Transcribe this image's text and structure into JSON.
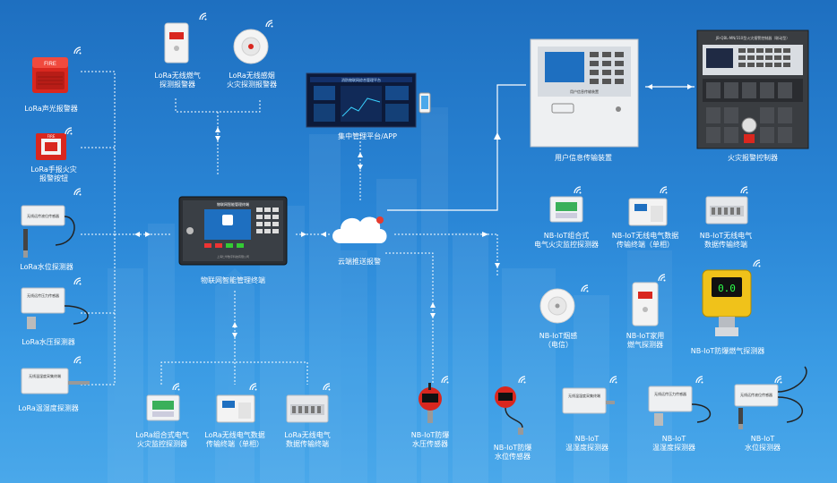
{
  "labels": {
    "lora_sound_light": "LoRa声光报警器",
    "lora_manual_alarm": "LoRa手报火灾\n报警按钮",
    "lora_water_level": "LoRa水位探测器",
    "lora_water_pressure": "LoRa水压探测器",
    "lora_temp_humidity": "LoRa温湿度探测器",
    "lora_gas": "LoRa无线燃气\n探测报警器",
    "lora_smoke": "LoRa无线感烟\n火灾探测报警器",
    "platform": "集中管理平台/APP",
    "terminal": "物联网智能管理终端",
    "cloud": "云端推送报警",
    "transmission": "用户信息传输装置",
    "fire_controller": "火灾报警控制器",
    "lora_combined_fire": "LoRa组合式电气\n火灾监控探测器",
    "lora_elec_single": "LoRa无线电气数据\n传输终端（单相）",
    "lora_elec_data": "LoRa无线电气\n数据传输终端",
    "nb_explosion_pressure": "NB-IoT防爆\n水压传感器",
    "nb_explosion_level": "NB-IoT防爆\n水位传感器",
    "nb_temp_humidity": "NB-IoT\n温湿度探测器",
    "nb_water_pressure": "NB-IoT\n温湿度探测器",
    "nb_water_level": "NB-IoT\n水位探测器",
    "nb_combined_fire": "NB-IoT组合式\n电气火灾监控探测器",
    "nb_elec_single": "NB-IoT无线电气数据\n传输终端（单相）",
    "nb_elec_data": "NB-IoT无线电气\n数据传输终端",
    "nb_smoke": "NB-IoT烟感\n（电信）",
    "nb_home_gas": "NB-IoT家用\n燃气探测器",
    "nb_explosion_gas": "NB-IoT防爆燃气探测器"
  },
  "device_text": {
    "fire_sign": "FIRE",
    "manual_sign": "FIRE",
    "level_sensor_title": "无线远传液位传感器",
    "pressure_sensor_title": "无线远传压力传感器",
    "th_sensor_title": "无线温湿度采集终端",
    "terminal_title": "物联网智能管理终端",
    "terminal_company": "上海仁华数字科技有限公司",
    "transmission_panel": "用户信息传输装置",
    "controller_title": "JB-QBL-MN/310型火灾报警控制器（联动型）",
    "platform_title": "消防物联网综合管理平台",
    "nb_th_title": "无线温湿度采集终端",
    "nb_pressure_title": "无线远传压力传感器",
    "nb_level_title": "无线远传液位传感器",
    "gas_display": "0.0"
  }
}
